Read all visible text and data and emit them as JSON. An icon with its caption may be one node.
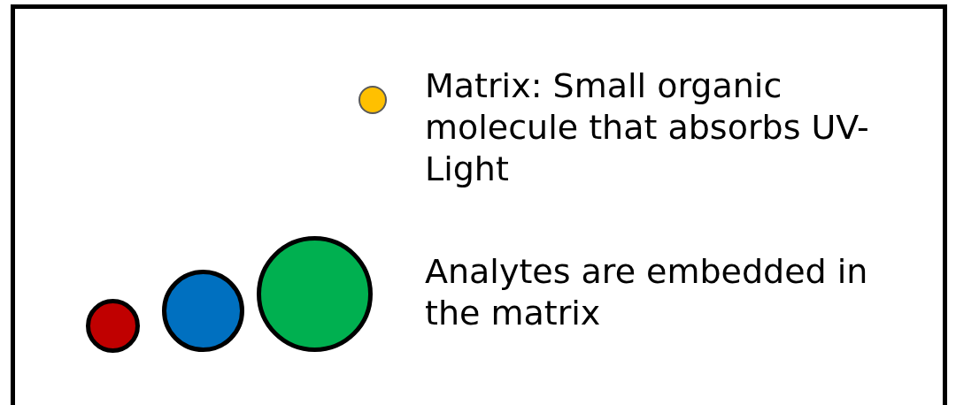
{
  "diagram": {
    "nodes": [
      {
        "text": [],
        "shape": "circle"
      },
      {
        "text": [],
        "shape": "circle"
      },
      {
        "text": [],
        "shape": "circle"
      },
      {
        "text": [],
        "shape": "circle"
      }
    ],
    "labels": [
      "Matrix: Small organic molecule that absorbs UV-Light",
      "Analytes are embedded in the matrix"
    ]
  }
}
